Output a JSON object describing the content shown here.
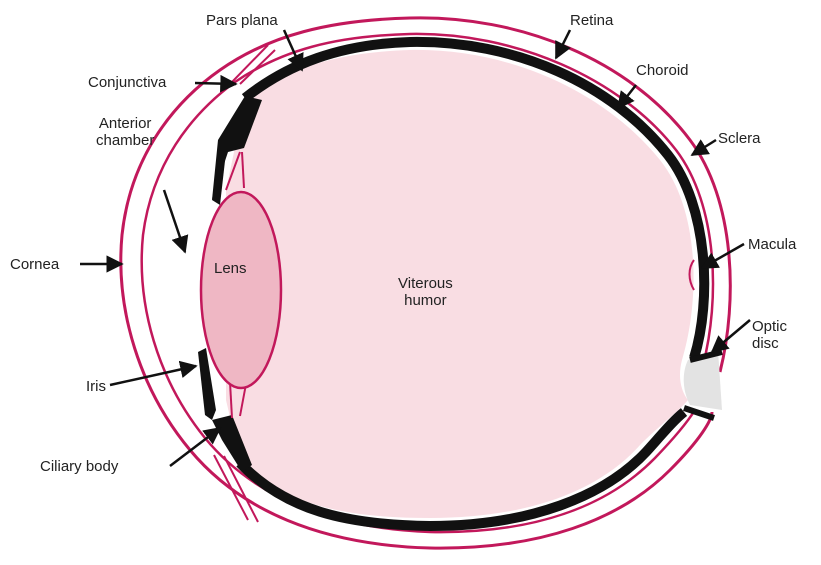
{
  "colors": {
    "outline": "#c2185b",
    "eye_fill": "#f9dde3",
    "lens_fill": "#efb7c4",
    "dark_layer": "#111111",
    "optic_nerve": "#e3e3e3",
    "label_text": "#222222"
  },
  "labels": {
    "pars_plana": "Pars plana",
    "retina": "Retina",
    "conjunctiva": "Conjunctiva",
    "choroid": "Choroid",
    "anterior_chamber_line1": "Anterior",
    "anterior_chamber_line2": "chamber",
    "sclera": "Sclera",
    "macula": "Macula",
    "cornea": "Cornea",
    "lens": "Lens",
    "vitreous_line1": "Viterous",
    "vitreous_line2": "humor",
    "optic_disc_line1": "Optic",
    "optic_disc_line2": "disc",
    "iris": "Iris",
    "ciliary_body": "Ciliary body"
  }
}
